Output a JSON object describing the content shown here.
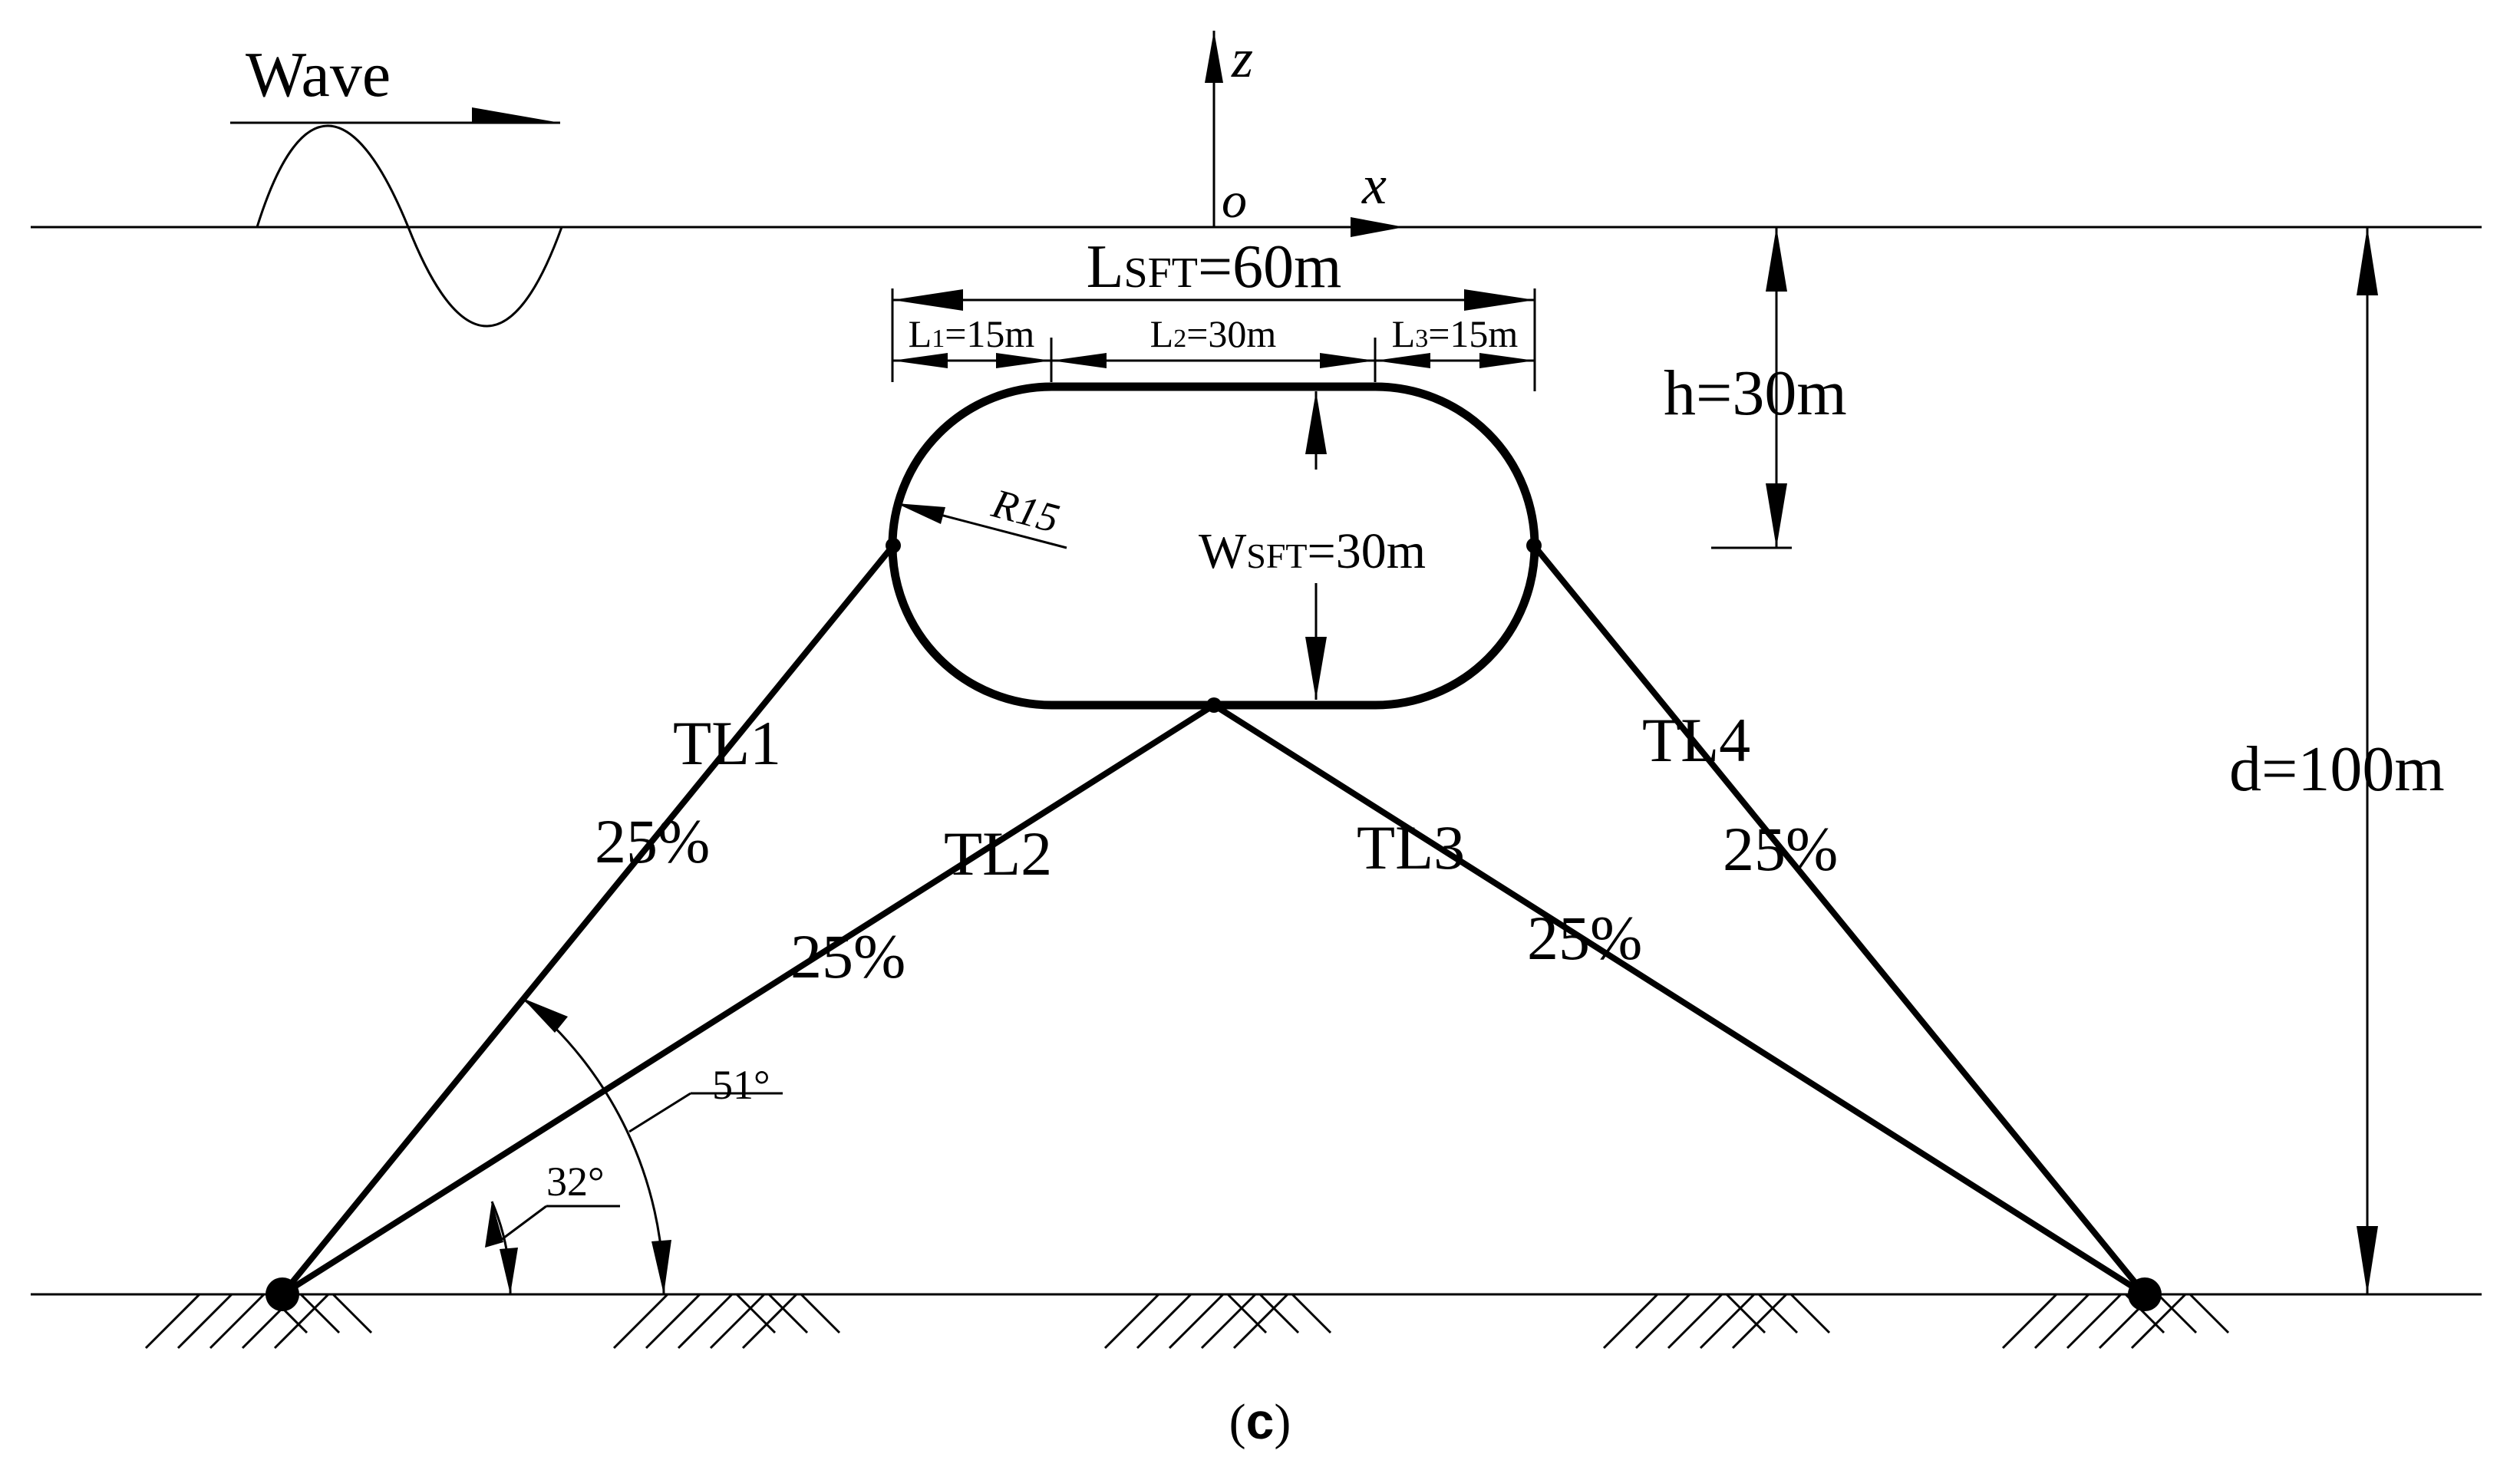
{
  "wave_label": "Wave",
  "axes": {
    "x_label": "x",
    "z_label": "z",
    "origin_label": "o"
  },
  "dimensions": {
    "total_length": {
      "main": "L",
      "sub": "SFT",
      "value": "=60m"
    },
    "l1": {
      "main": "L",
      "sub": "1",
      "value": "=15m"
    },
    "l2": {
      "main": "L",
      "sub": "2",
      "value": "=30m"
    },
    "l3": {
      "main": "L",
      "sub": "3",
      "value": "=15m"
    },
    "width": {
      "main": "W",
      "sub": "SFT",
      "value": "=30m"
    },
    "radius": "R15",
    "submergence": "h=30m",
    "water_depth": "d=100m"
  },
  "tethers": [
    {
      "name": "TL1",
      "percent": "25%"
    },
    {
      "name": "TL2",
      "percent": "25%"
    },
    {
      "name": "TL3",
      "percent": "25%"
    },
    {
      "name": "TL4",
      "percent": "25%"
    }
  ],
  "angles": {
    "small": "32°",
    "large": "51°"
  },
  "caption": {
    "open": "(",
    "letter": "c",
    "close": ")"
  }
}
